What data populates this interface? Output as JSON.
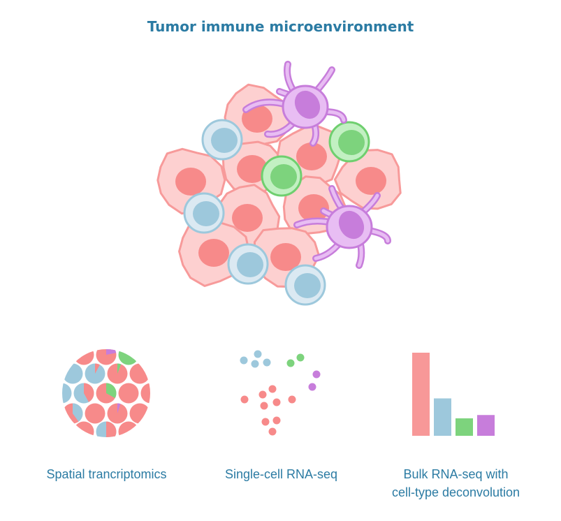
{
  "title": "Tumor immune microenvironment",
  "colors": {
    "tumor": "#f78a8a",
    "t_cell": "#9dc8dc",
    "nk_cell": "#7dd37d",
    "dendritic": "#c77ddb",
    "text": "#2b7ba3"
  },
  "panels": [
    {
      "label": "Spatial trancriptomics"
    },
    {
      "label": "Single-cell RNA-seq"
    },
    {
      "label_line1": "Bulk RNA-seq with",
      "label_line2": "cell-type deconvolution"
    }
  ],
  "bulk_proportions": [
    {
      "cell_type": "tumor",
      "value": 1.0
    },
    {
      "cell_type": "t_cell",
      "value": 0.45
    },
    {
      "cell_type": "nk_cell",
      "value": 0.21
    },
    {
      "cell_type": "dendritic",
      "value": 0.25
    }
  ]
}
